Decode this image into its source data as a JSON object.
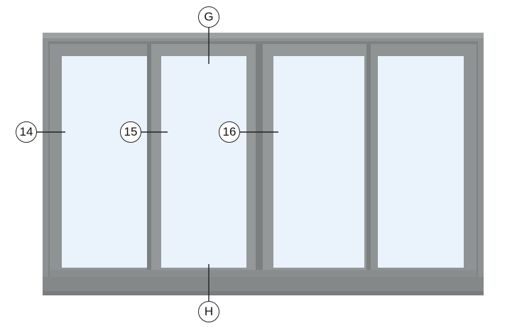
{
  "callouts": {
    "top": "G",
    "bottom": "H",
    "left_outer": "14",
    "left_inner": "15",
    "center": "16"
  },
  "colors": {
    "frame": "#8e9192",
    "frame_dark": "#7f8283",
    "frame_light": "#9ea1a2",
    "glass": "#eaf2fb",
    "line": "#222222"
  }
}
